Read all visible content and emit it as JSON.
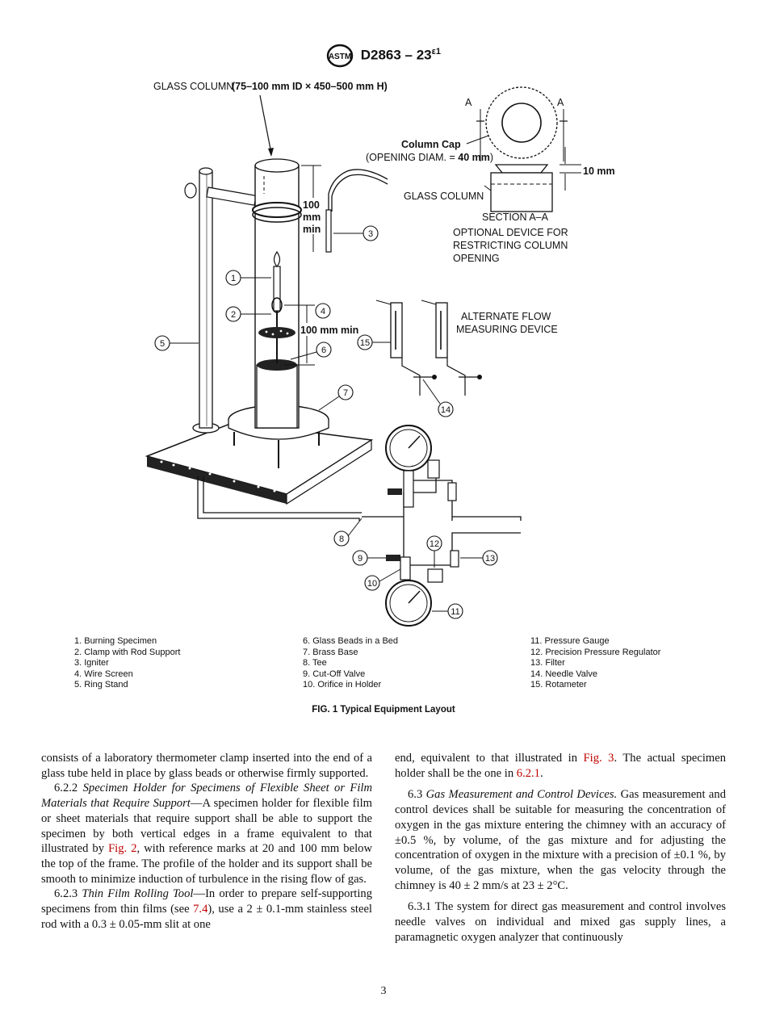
{
  "header": {
    "designation": "D2863 – 23",
    "edition": "ε1",
    "logo_text": "ASTM"
  },
  "figure": {
    "labels": {
      "glass_column_top": "GLASS COLUMN",
      "glass_column_dims": "(75–100 mm ID × 450–500 mm H)",
      "dim_100": "100",
      "dim_mm": "mm",
      "dim_min": "min",
      "dim_100mm_min": "100 mm min",
      "section_a1": "A",
      "section_a2": "A",
      "column_cap": "Column Cap",
      "opening_prefix": "(OPENING DIAM. = ",
      "opening_value": "40 mm",
      "opening_suffix": ")",
      "dim_10mm": "10 mm",
      "glass_column_side": "GLASS COLUMN",
      "section_aa": "SECTION A–A",
      "optional_1": "OPTIONAL DEVICE FOR",
      "optional_2": "RESTRICTING COLUMN",
      "optional_3": "OPENING",
      "alt_flow_1": "ALTERNATE FLOW",
      "alt_flow_2": "MEASURING DEVICE"
    },
    "callouts": [
      "1",
      "2",
      "3",
      "4",
      "5",
      "6",
      "7",
      "8",
      "9",
      "10",
      "11",
      "12",
      "13",
      "14",
      "15"
    ],
    "legend_col1": [
      "1. Burning Specimen",
      "2. Clamp with Rod Support",
      "3. Igniter",
      "4. Wire Screen",
      "5. Ring Stand"
    ],
    "legend_col2": [
      "6. Glass Beads in a Bed",
      "7. Brass Base",
      "8. Tee",
      "9. Cut-Off Valve",
      "10. Orifice in Holder"
    ],
    "legend_col3": [
      "11. Pressure Gauge",
      "12. Precision Pressure Regulator",
      "13. Filter",
      "14. Needle Valve",
      "15. Rotameter"
    ],
    "caption": "FIG. 1 Typical Equipment Layout"
  },
  "left_column": {
    "p1": "consists of a laboratory thermometer clamp inserted into the end of a glass tube held in place by glass beads or otherwise firmly supported.",
    "p2_num": "6.2.2 ",
    "p2_title": "Specimen Holder for Specimens of Flexible Sheet or Film Materials that Require Support",
    "p2_a": "—A specimen holder for flexible film or sheet materials that require support shall be able to support the specimen by both vertical edges in a frame equivalent to that illustrated by ",
    "p2_link": "Fig. 2",
    "p2_b": ", with reference marks at 20 and 100 mm below the top of the frame. The profile of the holder and its support shall be smooth to minimize induction of turbulence in the rising flow of gas.",
    "p3_num": "6.2.3 ",
    "p3_title": "Thin Film Rolling Tool",
    "p3_a": "—In order to prepare self-supporting specimens from thin films (see ",
    "p3_link": "7.4",
    "p3_b": "), use a 2 ± 0.1-mm stainless steel rod with a 0.3 ± 0.05-mm slit at one"
  },
  "right_column": {
    "p1_a": "end, equivalent to that illustrated in ",
    "p1_link1": "Fig. 3",
    "p1_b": ". The actual specimen holder shall be the one in ",
    "p1_link2": "6.2.1",
    "p1_c": ".",
    "p2_num": "6.3 ",
    "p2_title": "Gas Measurement and Control Devices.",
    "p2_body": " Gas measurement and control devices shall be suitable for measuring the concentration of oxygen in the gas mixture entering the chimney with an accuracy of ±0.5 %, by volume, of the gas mixture and for adjusting the concentration of oxygen in the mixture with a precision of ±0.1 %, by volume, of the gas mixture, when the gas velocity through the chimney is 40 ± 2 mm/s at 23 ± 2°C.",
    "p3": "6.3.1 The system for direct gas measurement and control involves needle valves on individual and mixed gas supply lines, a paramagnetic oxygen analyzer that continuously"
  },
  "page_number": "3"
}
